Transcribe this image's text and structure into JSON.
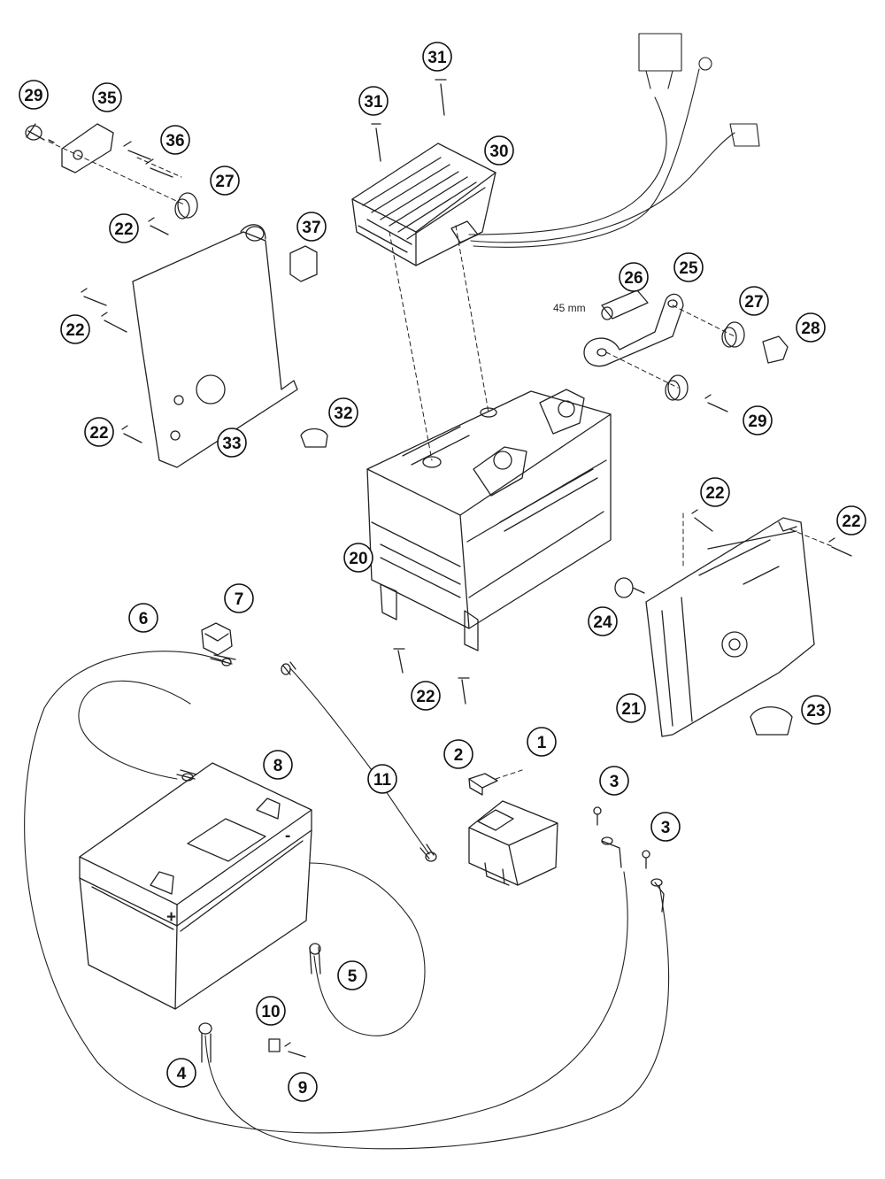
{
  "diagram": {
    "callouts": [
      "1",
      "2",
      "3",
      "3",
      "4",
      "5",
      "6",
      "7",
      "8",
      "9",
      "10",
      "11",
      "20",
      "21",
      "22",
      "22",
      "22",
      "22",
      "22",
      "22",
      "23",
      "24",
      "25",
      "26",
      "27",
      "27",
      "28",
      "29",
      "29",
      "30",
      "31",
      "31",
      "32",
      "33",
      "35",
      "36",
      "37"
    ],
    "dimension_label": "45 mm",
    "battery_terminals": {
      "positive": "+",
      "negative": "-"
    }
  }
}
